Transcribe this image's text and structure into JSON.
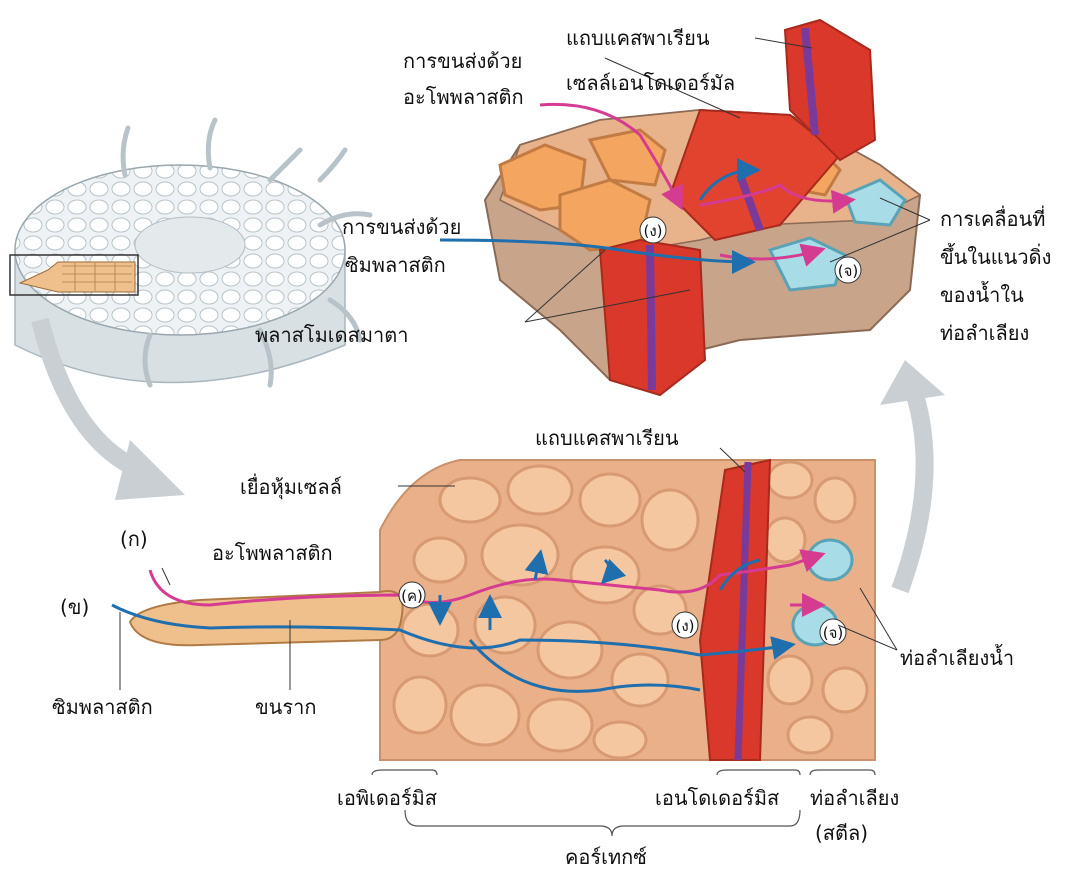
{
  "labels": {
    "casparian_strip_top": "แถบแคสพาเรียน",
    "apoplast_route_top_1": "การขนส่งด้วย",
    "apoplast_route_top_2": "อะโพพลาสติก",
    "endodermal_cell": "เซลล์เอนโดเดอร์มัล",
    "symplast_route_top_1": "การขนส่งด้วย",
    "symplast_route_top_2": "ซิมพลาสติก",
    "plasmodesmata": "พลาสโมเดสมาตา",
    "upward_movement_1": "การเคลื่อนที่",
    "upward_movement_2": "ขึ้นในแนวดิ่ง",
    "upward_movement_3": "ของน้ำใน",
    "upward_movement_4": "ท่อลำเลียง",
    "marker_d_top": "(ง)",
    "marker_e_top": "(จ)",
    "casparian_strip_bottom": "แถบแคสพาเรียน",
    "cell_wall": "เยื่อหุ้มเซลล์",
    "marker_a": "(ก)",
    "apoplast_bottom": "อะโพพลาสติก",
    "marker_b": "(ข)",
    "marker_c": "(ค)",
    "marker_d_bottom": "(ง)",
    "marker_e_bottom": "(จ)",
    "xylem_vessel": "ท่อลำเลียงน้ำ",
    "symplast_bottom": "ซิมพลาสติก",
    "root_hair": "ขนราก",
    "epidermis": "เอพิเดอร์มิส",
    "endodermis": "เอนโดเดอร์มิส",
    "stele_1": "ท่อลำเลียง",
    "stele_2": "(สตีล)",
    "cortex": "คอร์เทกซ์"
  },
  "colors": {
    "apoplast": "#d63b92",
    "symplast": "#1f6fae",
    "cell_fill": "#f3c193",
    "cell_wall": "#e7a878",
    "endodermis": "#d9382a",
    "casparian": "#7a3a9a",
    "xylem": "#a8dde8",
    "arrow_gray": "#c9cfd3"
  }
}
